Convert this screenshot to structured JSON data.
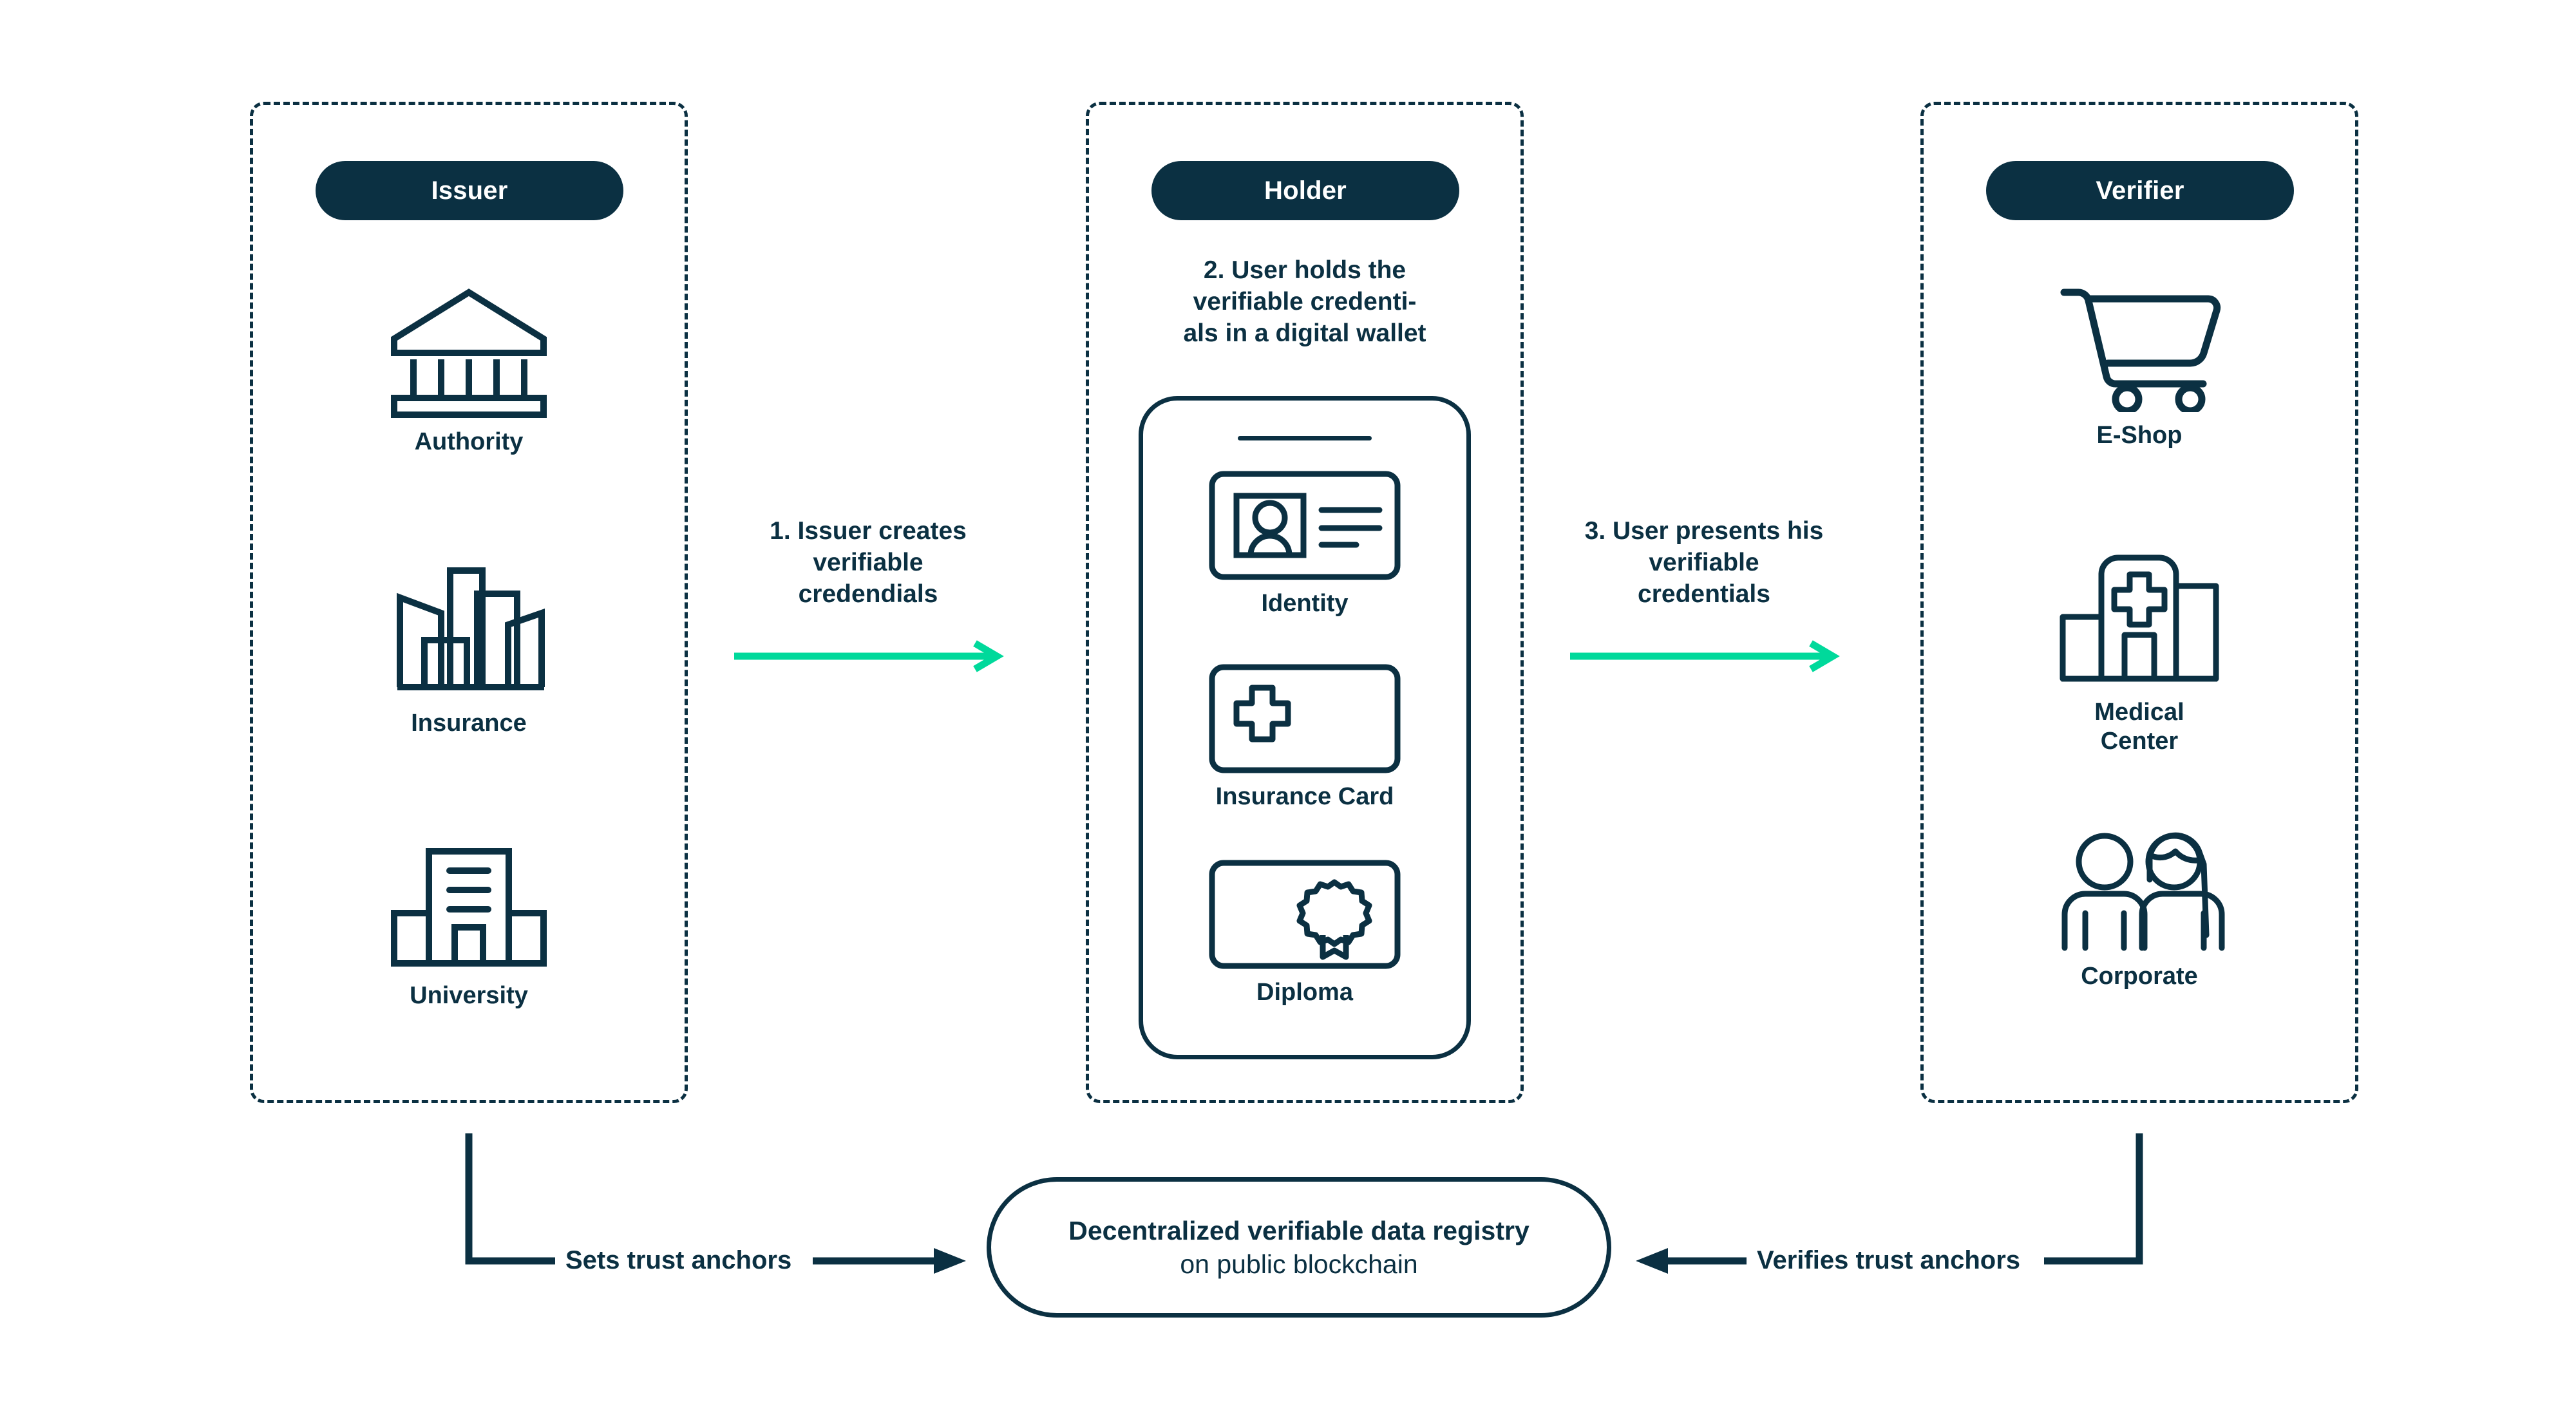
{
  "colors": {
    "navy": "#0B3042",
    "green": "#00D99B",
    "background": "#FFFFFF"
  },
  "columns": [
    {
      "id": "issuer",
      "pill_label": "Issuer",
      "items": [
        {
          "label": "Authority",
          "icon": "classical-building-icon"
        },
        {
          "label": "Insurance",
          "icon": "city-skyline-icon"
        },
        {
          "label": "University",
          "icon": "university-building-icon"
        }
      ]
    },
    {
      "id": "holder",
      "pill_label": "Holder",
      "note": "2. User holds the\nverifiable credenti-\nals in a digital wallet",
      "wallet": {
        "items": [
          {
            "label": "Identity",
            "icon": "id-card-icon"
          },
          {
            "label": "Insurance Card",
            "icon": "medical-cross-card-icon"
          },
          {
            "label": "Diploma",
            "icon": "award-seal-card-icon"
          }
        ]
      }
    },
    {
      "id": "verifier",
      "pill_label": "Verifier",
      "items": [
        {
          "label": "E-Shop",
          "icon": "shopping-cart-icon"
        },
        {
          "label": "Medical\nCenter",
          "icon": "hospital-icon"
        },
        {
          "label": "Corporate",
          "icon": "two-people-icon"
        }
      ]
    }
  ],
  "steps": [
    {
      "id": "step-1",
      "text": "1. Issuer creates\nverifiable\ncredendials",
      "arrow": "arrow-right-green"
    },
    {
      "id": "step-2",
      "text": "3. User presents his\nverifiable\ncredentials",
      "arrow": "arrow-right-green"
    }
  ],
  "registry": {
    "line1": "Decentralized verifiable data registry",
    "line2": "on public blockchain"
  },
  "trust_anchors": {
    "left_label": "Sets trust anchors",
    "right_label": "Verifies trust anchors"
  }
}
